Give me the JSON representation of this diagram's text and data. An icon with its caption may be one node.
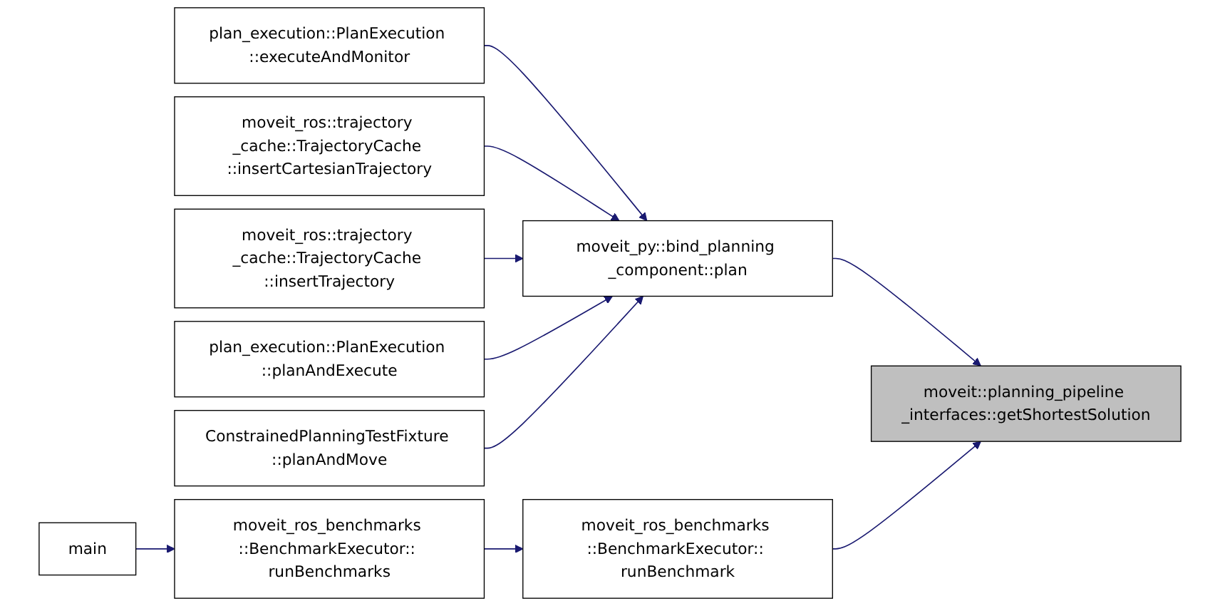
{
  "diagram": {
    "nodes": [
      {
        "text": [
          "main"
        ]
      },
      {
        "text": [
          "plan_execution::PlanExecution ::executeAndMonitor"
        ]
      },
      {
        "text": [
          "moveit_ros::trajectory _cache::TrajectoryCache ::insertCartesianTrajectory"
        ]
      },
      {
        "text": [
          "moveit_ros::trajectory _cache::TrajectoryCache ::insertTrajectory"
        ]
      },
      {
        "text": [
          "plan_execution::PlanExecution ::planAndExecute"
        ]
      },
      {
        "text": [
          "ConstrainedPlanningTestFixture ::planAndMove"
        ]
      },
      {
        "text": [
          "moveit_ros_benchmarks ::BenchmarkExecutor:: runBenchmarks"
        ]
      },
      {
        "text": [
          "moveit_py::bind_planning _component::plan"
        ]
      },
      {
        "text": [
          "moveit_ros_benchmarks ::BenchmarkExecutor:: runBenchmark"
        ]
      },
      {
        "text": [
          "moveit::planning_pipeline _interfaces::getShortestSolution"
        ]
      }
    ],
    "edges": [
      {
        "from": 1,
        "to": 7,
        "arrow": "to"
      },
      {
        "from": 2,
        "to": 7,
        "arrow": "to"
      },
      {
        "from": 3,
        "to": 7,
        "arrow": "to"
      },
      {
        "from": 4,
        "to": 7,
        "arrow": "to"
      },
      {
        "from": 5,
        "to": 7,
        "arrow": "to"
      },
      {
        "from": 7,
        "to": 9,
        "arrow": "to"
      },
      {
        "from": 8,
        "to": 9,
        "arrow": "to"
      },
      {
        "from": 6,
        "to": 8,
        "arrow": "to"
      },
      {
        "from": 0,
        "to": 6,
        "arrow": "to"
      }
    ]
  }
}
